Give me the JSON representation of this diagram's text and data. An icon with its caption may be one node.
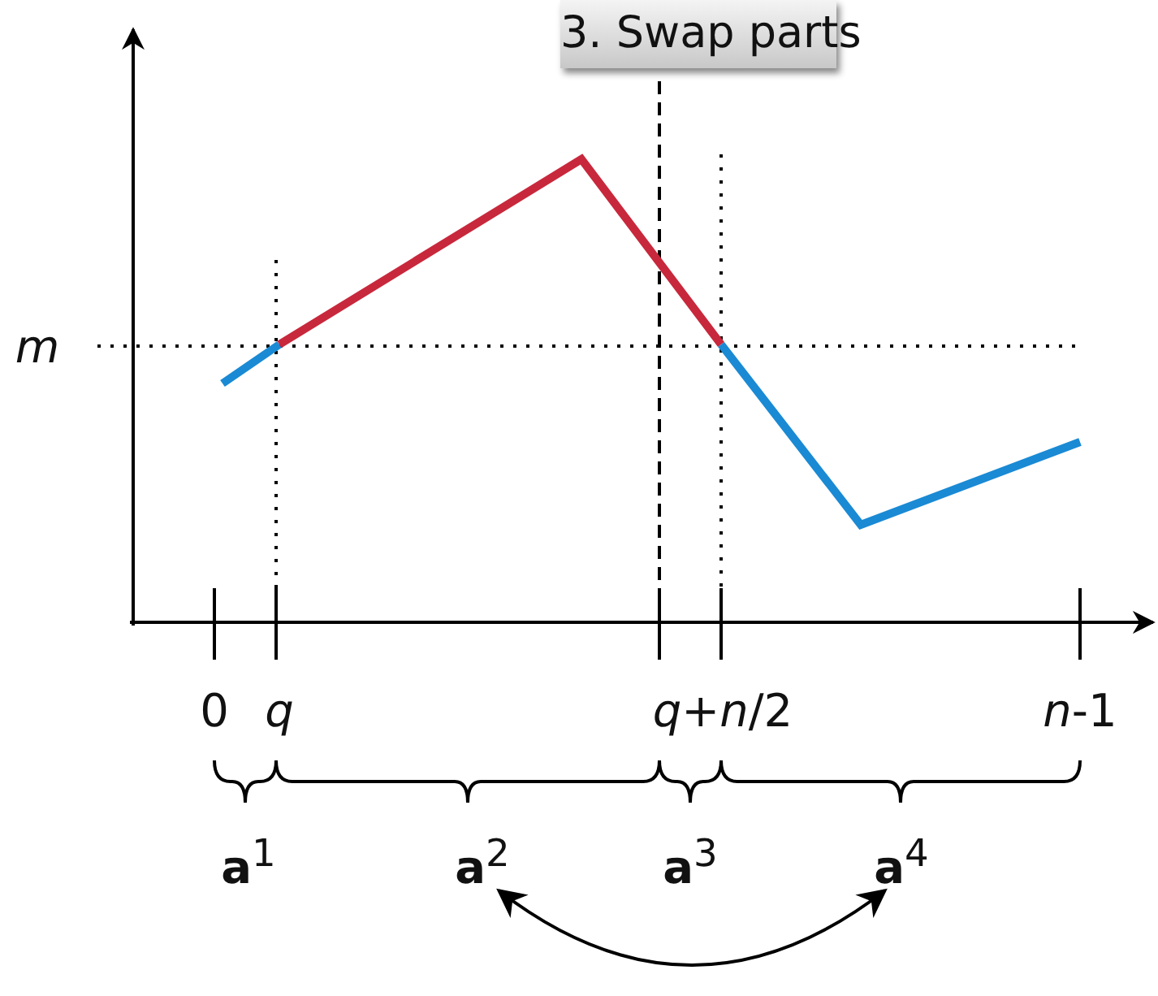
{
  "diagram": {
    "title": "3. Swap parts",
    "nodes": [
      {
        "text": [
          "**a**$^{1}$"
        ]
      },
      {
        "text": [
          "**a**$^{2}$"
        ]
      },
      {
        "text": [
          "**a**$^{3}$"
        ]
      },
      {
        "text": [
          "**a**$^{4}$"
        ]
      }
    ],
    "edges": [
      {
        "from": 1,
        "to": 3,
        "arrow": "both"
      }
    ],
    "labels": [
      "m",
      "0",
      "q",
      "*q*+*n*/2",
      "*n*-1"
    ]
  }
}
